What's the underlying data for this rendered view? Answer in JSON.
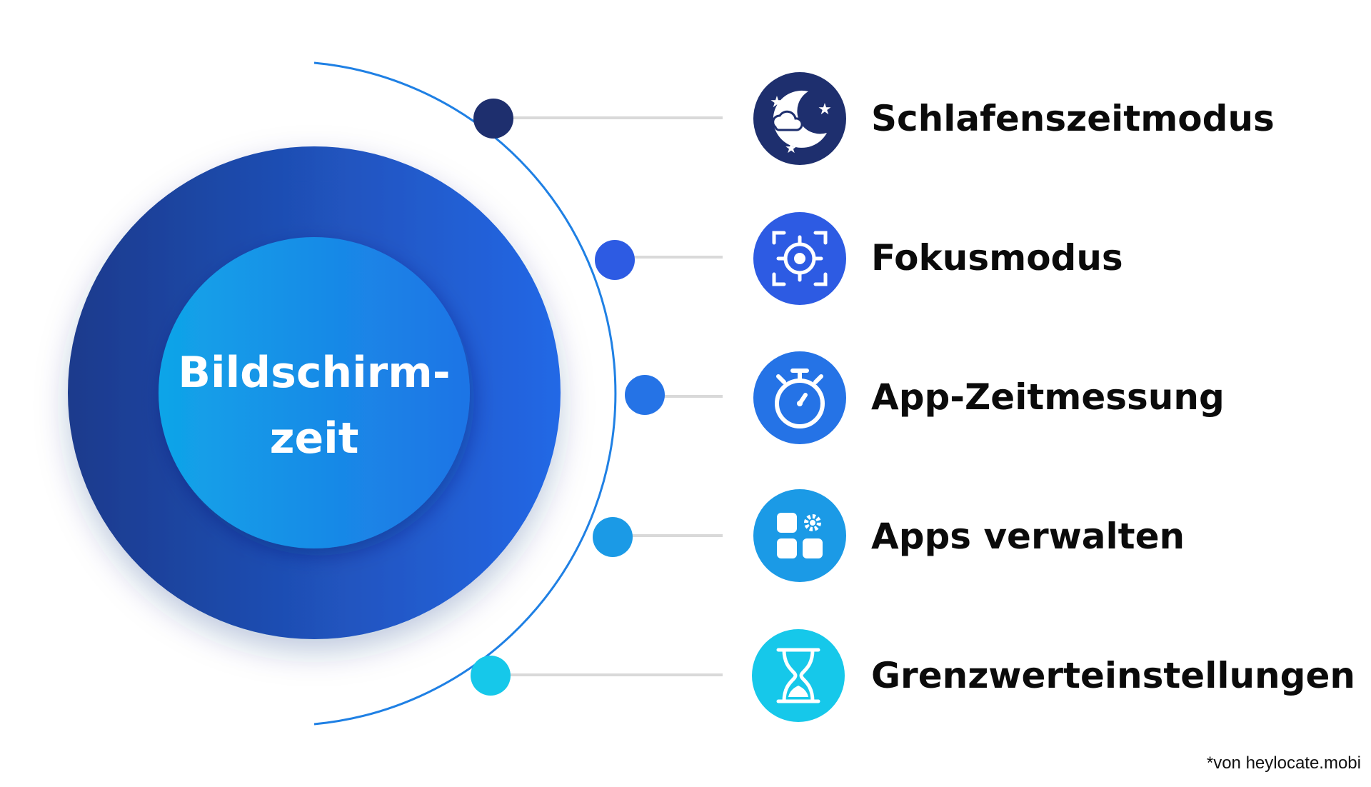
{
  "center": {
    "line1": "Bildschirm-",
    "line2": "zeit"
  },
  "items": [
    {
      "label": "Schlafenszeitmodus",
      "icon": "moon-stars-icon",
      "color": "#1e2f6e"
    },
    {
      "label": "Fokusmodus",
      "icon": "focus-target-icon",
      "color": "#2d5be3"
    },
    {
      "label": "App-Zeitmessung",
      "icon": "stopwatch-icon",
      "color": "#2573e6"
    },
    {
      "label": "Apps verwalten",
      "icon": "apps-gear-icon",
      "color": "#1b9ae6"
    },
    {
      "label": "Grenzwerteinstellungen",
      "icon": "hourglass-icon",
      "color": "#16c8ea"
    }
  ],
  "colors": {
    "outer_circle_left": "#1b3a8c",
    "outer_circle_right": "#2468e6",
    "inner_circle_left": "#10a5e8",
    "inner_circle_right": "#1f74e6",
    "arc": "#1f80e4",
    "connector": "#d9d9d9",
    "text": "#0b0b0b"
  },
  "footnote": "*von heylocate.mobi"
}
